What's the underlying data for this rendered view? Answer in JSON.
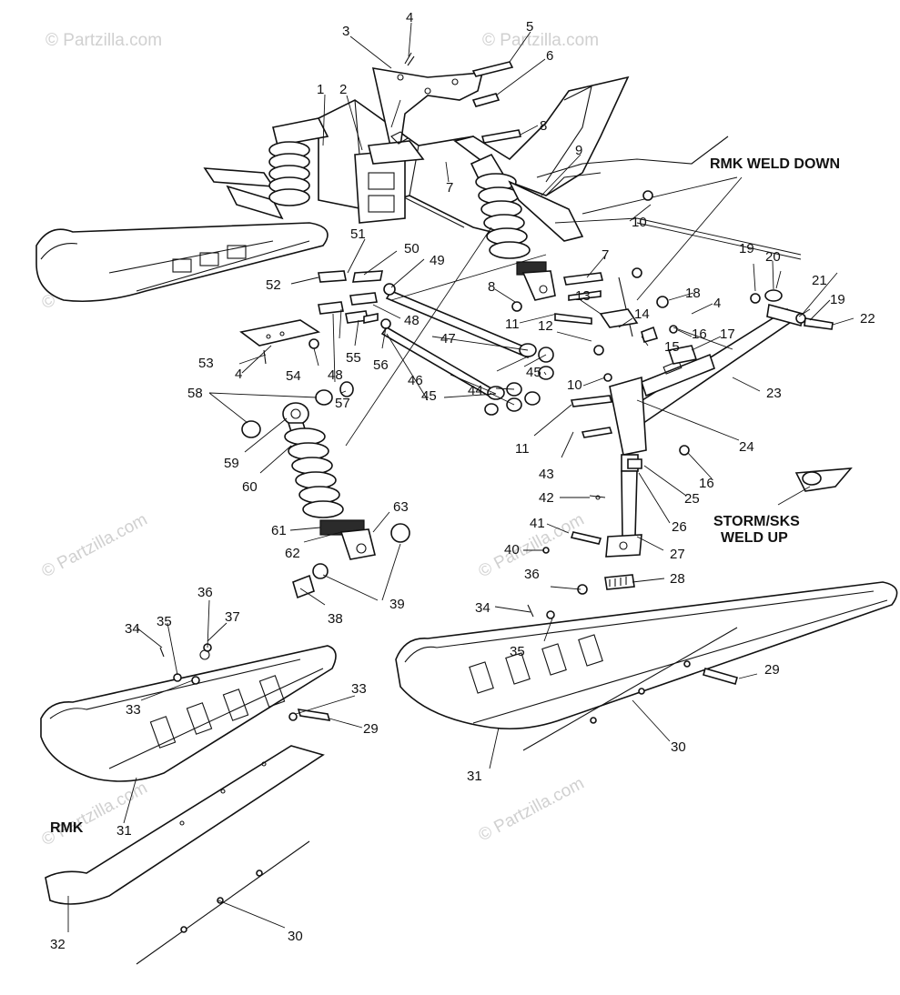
{
  "watermark": "© Partzilla.com",
  "notes": {
    "rmk_weld_down": "RMK WELD DOWN",
    "storm_sks_line1": "STORM/SKS",
    "storm_sks_line2": "WELD UP",
    "rmk": "RMK"
  },
  "callouts": [
    "1",
    "2",
    "3",
    "4",
    "5",
    "6",
    "7",
    "8",
    "9",
    "10",
    "11",
    "12",
    "13",
    "14",
    "15",
    "16",
    "17",
    "18",
    "19",
    "20",
    "21",
    "22",
    "23",
    "24",
    "25",
    "26",
    "27",
    "28",
    "29",
    "30",
    "31",
    "32",
    "33",
    "34",
    "35",
    "36",
    "37",
    "38",
    "39",
    "40",
    "41",
    "42",
    "43",
    "44",
    "45",
    "46",
    "47",
    "48",
    "49",
    "50",
    "51",
    "52",
    "53",
    "54",
    "55",
    "56",
    "57",
    "58",
    "59",
    "60",
    "61",
    "62",
    "63"
  ]
}
